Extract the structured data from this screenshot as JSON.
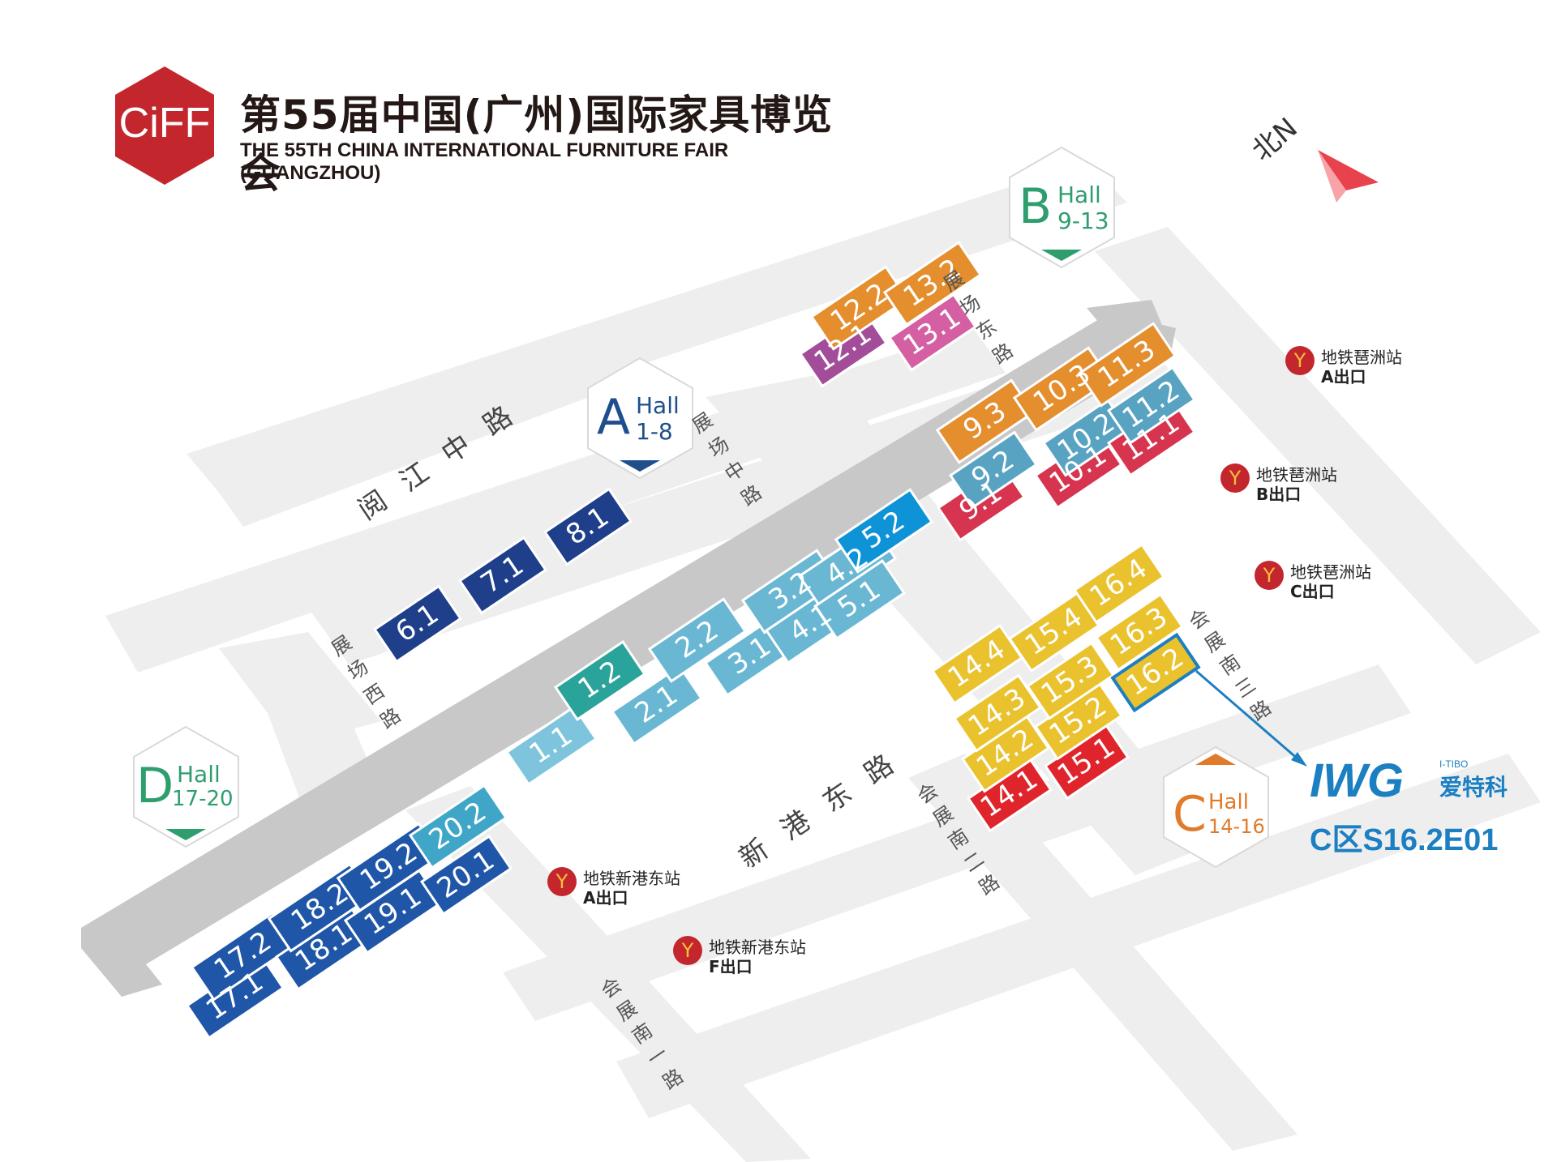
{
  "header": {
    "logo_text": "CiFF",
    "title_cn": "第55届中国(广州)国际家具博览会",
    "title_en": "THE 55TH CHINA INTERNATIONAL FURNITURE FAIR (GUANGZHOU)",
    "brand_color": "#c4262e"
  },
  "compass": {
    "label": "北N",
    "color": "#e8424d"
  },
  "zones": [
    {
      "letter": "A",
      "label": "Hall",
      "range": "1-8",
      "color": "#1f4e8c"
    },
    {
      "letter": "B",
      "label": "Hall",
      "range": "9-13",
      "color": "#2e9e6e"
    },
    {
      "letter": "C",
      "label": "Hall",
      "range": "14-16",
      "color": "#e07b2c"
    },
    {
      "letter": "D",
      "label": "Hall",
      "range": "17-20",
      "color": "#2e9e6e"
    }
  ],
  "roads": [
    {
      "name": "阅江中路"
    },
    {
      "name": "展场中路"
    },
    {
      "name": "展场东路"
    },
    {
      "name": "展场西路"
    },
    {
      "name": "新港东路"
    },
    {
      "name": "会展南二路"
    },
    {
      "name": "会展南三路"
    },
    {
      "name": "会展南一路"
    }
  ],
  "metro": [
    {
      "station": "地铁琶洲站",
      "exit": "A出口"
    },
    {
      "station": "地铁琶洲站",
      "exit": "B出口"
    },
    {
      "station": "地铁琶洲站",
      "exit": "C出口"
    },
    {
      "station": "地铁新港东站",
      "exit": "A出口"
    },
    {
      "station": "地铁新港东站",
      "exit": "F出口"
    }
  ],
  "halls": [
    {
      "id": "6.1",
      "color": "#1f3f8a"
    },
    {
      "id": "7.1",
      "color": "#1f3f8a"
    },
    {
      "id": "8.1",
      "color": "#1f3f8a"
    },
    {
      "id": "1.1",
      "color": "#7ec4dc"
    },
    {
      "id": "1.2",
      "color": "#2aa39a"
    },
    {
      "id": "2.1",
      "color": "#69b7d2"
    },
    {
      "id": "2.2",
      "color": "#69b7d2"
    },
    {
      "id": "3.1",
      "color": "#69b7d2"
    },
    {
      "id": "3.2",
      "color": "#69b7d2"
    },
    {
      "id": "4.1",
      "color": "#69b7d2"
    },
    {
      "id": "4.2",
      "color": "#69b7d2"
    },
    {
      "id": "5.1",
      "color": "#69b7d2"
    },
    {
      "id": "5.2",
      "color": "#0e94d6"
    },
    {
      "id": "9.1",
      "color": "#d6344f"
    },
    {
      "id": "9.2",
      "color": "#58a3c2"
    },
    {
      "id": "9.3",
      "color": "#e48e2d"
    },
    {
      "id": "10.1",
      "color": "#d6344f"
    },
    {
      "id": "10.2",
      "color": "#58a3c2"
    },
    {
      "id": "10.3",
      "color": "#e48e2d"
    },
    {
      "id": "11.1",
      "color": "#d6344f"
    },
    {
      "id": "11.2",
      "color": "#58a3c2"
    },
    {
      "id": "11.3",
      "color": "#e48e2d"
    },
    {
      "id": "12.1",
      "color": "#a24c9a"
    },
    {
      "id": "12.2",
      "color": "#e48e2d"
    },
    {
      "id": "13.1",
      "color": "#d45fa2"
    },
    {
      "id": "13.2",
      "color": "#e48e2d"
    },
    {
      "id": "14.1",
      "color": "#e0242c"
    },
    {
      "id": "14.2",
      "color": "#e9c22e"
    },
    {
      "id": "14.3",
      "color": "#e9c22e"
    },
    {
      "id": "14.4",
      "color": "#e9c22e"
    },
    {
      "id": "15.1",
      "color": "#e0242c"
    },
    {
      "id": "15.2",
      "color": "#e9c22e"
    },
    {
      "id": "15.3",
      "color": "#e9c22e"
    },
    {
      "id": "15.4",
      "color": "#e9c22e"
    },
    {
      "id": "16.2",
      "color": "#e9c22e"
    },
    {
      "id": "16.3",
      "color": "#e9c22e"
    },
    {
      "id": "16.4",
      "color": "#e9c22e"
    },
    {
      "id": "17.1",
      "color": "#1f56a8"
    },
    {
      "id": "17.2",
      "color": "#1f56a8"
    },
    {
      "id": "18.1",
      "color": "#1f56a8"
    },
    {
      "id": "18.2",
      "color": "#1f56a8"
    },
    {
      "id": "19.1",
      "color": "#1f56a8"
    },
    {
      "id": "19.2",
      "color": "#1f56a8"
    },
    {
      "id": "20.1",
      "color": "#1f56a8"
    },
    {
      "id": "20.2",
      "color": "#3fa6c8"
    }
  ],
  "exhibitor": {
    "brand_en": "IWG",
    "brand_small": "I-TIBO",
    "brand_cn": "爱特科",
    "booth": "C区S16.2E01",
    "color": "#1c7fc2"
  }
}
